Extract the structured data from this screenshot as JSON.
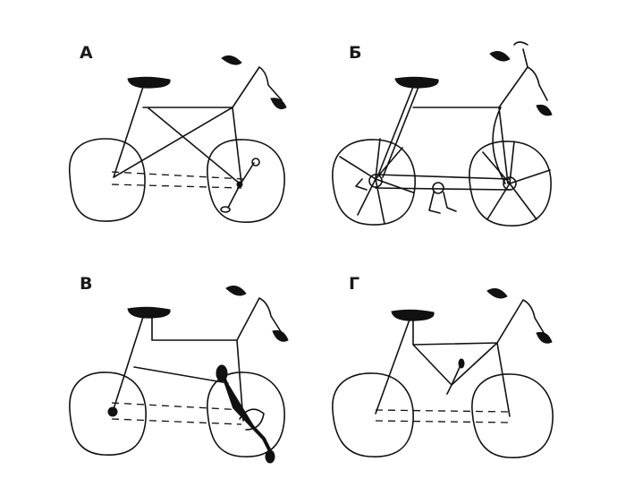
{
  "panels": [
    {
      "label": "А"
    },
    {
      "label": "Б"
    },
    {
      "label": "В"
    },
    {
      "label": "Г"
    }
  ]
}
